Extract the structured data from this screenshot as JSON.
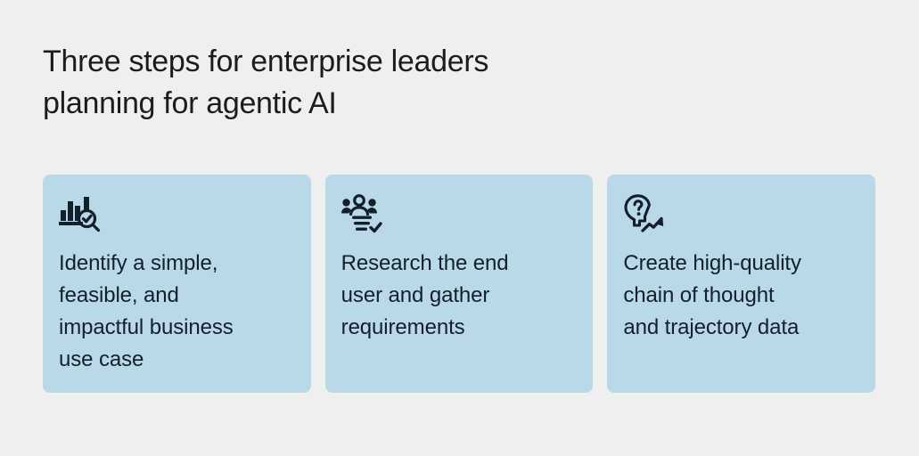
{
  "headline": "Three steps for enterprise leaders\nplanning for agentic AI",
  "theme": {
    "page_background": "#efefef",
    "card_background": "#b9d9e8",
    "text_color": "#13202b",
    "headline_color": "#1c1c1c",
    "icon_color": "#13202b"
  },
  "cards": [
    {
      "icon_name": "bar-chart-magnifier-check-icon",
      "text": "Identify a simple,\nfeasible, and\nimpactful business\nuse case"
    },
    {
      "icon_name": "people-group-checklist-check-icon",
      "text": "Research the end\nuser and gather\nrequirements"
    },
    {
      "icon_name": "head-question-mark-trend-arrow-icon",
      "text": "Create high-quality\nchain of thought\nand trajectory data"
    }
  ]
}
